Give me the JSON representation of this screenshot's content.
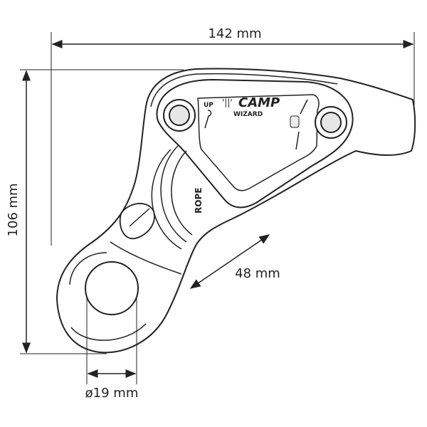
{
  "dimensions": {
    "length": "142 mm",
    "height": "106 mm",
    "rope_channel": "48 mm",
    "hole_diameter": "ø19 mm"
  },
  "device": {
    "brand": "CAMP",
    "model": "WIZARD",
    "up_label": "UP",
    "rope_label": "ROPE"
  },
  "colors": {
    "line": "#222222",
    "bolt_fill": "#e6e6e6"
  }
}
